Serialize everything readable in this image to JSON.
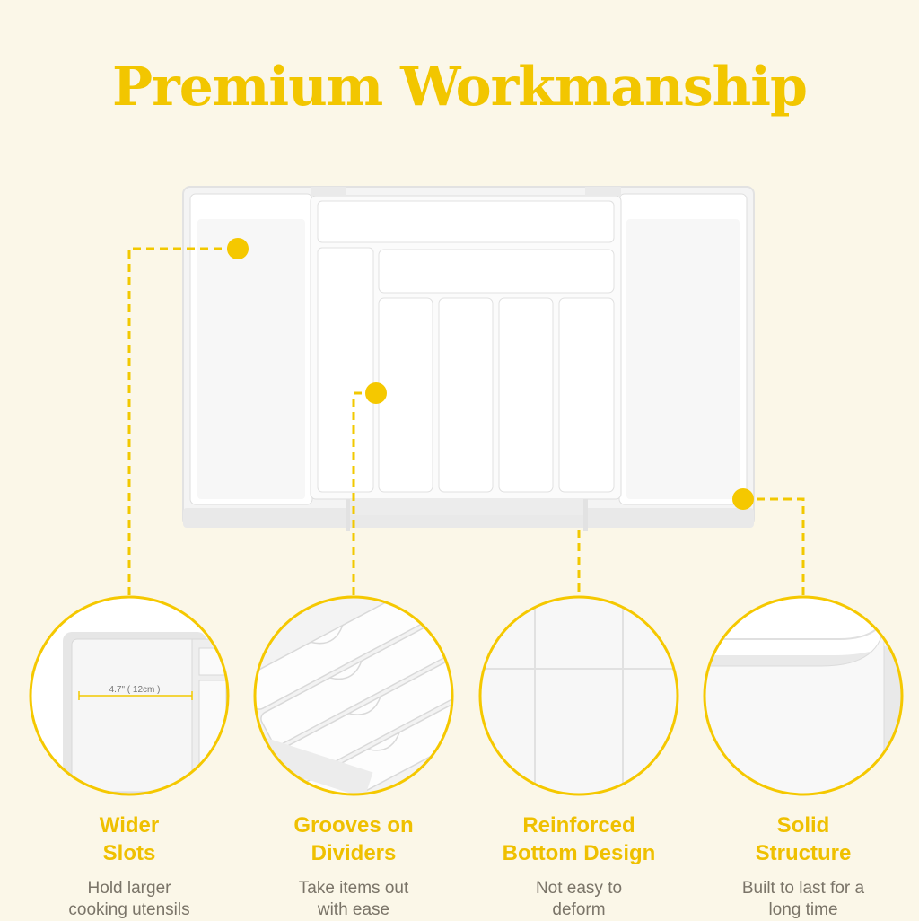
{
  "title": "Premium Workmanship",
  "accent_color": "#f5c800",
  "background_color": "#fbf7e8",
  "closeups": {
    "wider_slots_measure": "4.7\" ( 12cm )"
  },
  "features": [
    {
      "heading": "Wider\nSlots",
      "description": "Hold larger\ncooking utensils",
      "icon": "wider-slots-closeup"
    },
    {
      "heading": "Grooves on\nDividers",
      "description": "Take items out\nwith ease",
      "icon": "grooves-closeup"
    },
    {
      "heading": "Reinforced\nBottom Design",
      "description": "Not easy to\ndeform",
      "icon": "bottom-closeup"
    },
    {
      "heading": "Solid\nStructure",
      "description": "Built to last for a\nlong time",
      "icon": "structure-closeup"
    }
  ]
}
